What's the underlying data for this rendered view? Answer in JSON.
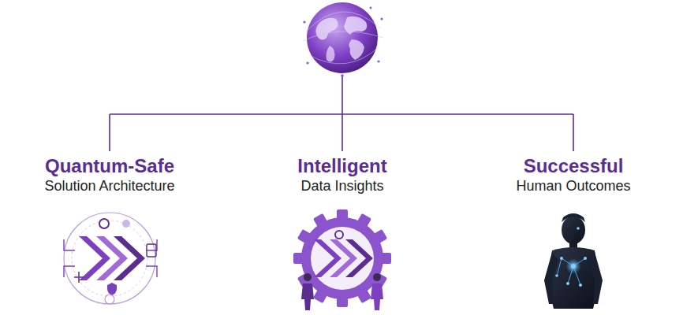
{
  "diagram": {
    "nodes": [
      {
        "text": [
          "Quantum-Safe",
          "Solution Architecture"
        ]
      },
      {
        "text": [
          "Intelligent",
          "Data Insights"
        ]
      },
      {
        "text": [
          "Successful",
          "Human Outcomes"
        ]
      }
    ]
  }
}
